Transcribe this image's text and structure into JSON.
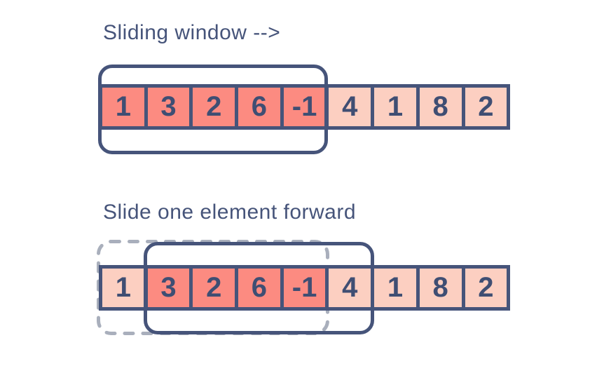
{
  "colors": {
    "outline_navy": "#46547A",
    "window_cell_fill": "#FC8B81",
    "outside_cell_fill": "#FCCFC1",
    "previous_window_dash": "#A9AFBC",
    "background": "#FFFFFF"
  },
  "diagram1": {
    "title": "Sliding window -->",
    "cells": [
      {
        "value": "1",
        "tone": "hot"
      },
      {
        "value": "3",
        "tone": "hot"
      },
      {
        "value": "2",
        "tone": "hot"
      },
      {
        "value": "6",
        "tone": "hot"
      },
      {
        "value": "-1",
        "tone": "hot"
      },
      {
        "value": "4",
        "tone": "soft"
      },
      {
        "value": "1",
        "tone": "soft"
      },
      {
        "value": "8",
        "tone": "soft"
      },
      {
        "value": "2",
        "tone": "soft"
      }
    ],
    "window": {
      "style": "solid",
      "start_index": 0,
      "end_index": 4
    }
  },
  "diagram2": {
    "title": "Slide one element forward",
    "cells": [
      {
        "value": "1",
        "tone": "soft"
      },
      {
        "value": "3",
        "tone": "hot"
      },
      {
        "value": "2",
        "tone": "hot"
      },
      {
        "value": "6",
        "tone": "hot"
      },
      {
        "value": "-1",
        "tone": "hot"
      },
      {
        "value": "4",
        "tone": "soft"
      },
      {
        "value": "1",
        "tone": "soft"
      },
      {
        "value": "8",
        "tone": "soft"
      },
      {
        "value": "2",
        "tone": "soft"
      }
    ],
    "current_window": {
      "style": "solid",
      "start_index": 1,
      "end_index": 5
    },
    "previous_window": {
      "style": "dashed",
      "start_index": 0,
      "end_index": 4
    }
  }
}
